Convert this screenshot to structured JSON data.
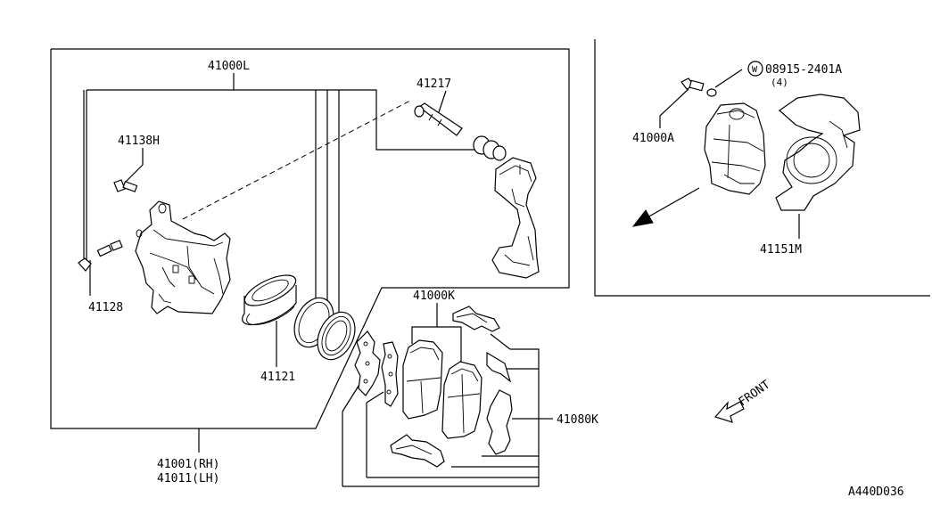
{
  "labels": {
    "caliper_assy": "41000L",
    "bolt_41138h": "41138H",
    "pin_41217": "41217",
    "bleeder_41128": "41128",
    "piston": "41121",
    "caliper_rh": "41001(RH)",
    "caliper_lh": "41011(LH)",
    "pad_kit": "41000K",
    "hardware_kit": "41080K",
    "caliper_assy_2": "41000A",
    "washer_code": "08915-2401A",
    "washer_qty": "(4)",
    "washer_symbol": "W",
    "dust_shield": "41151M",
    "front_label": "FRONT",
    "diagram_id": "A440D036"
  }
}
